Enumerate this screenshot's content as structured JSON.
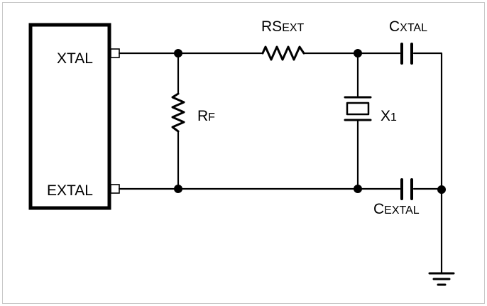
{
  "diagram": {
    "pins": {
      "xtal": "XTAL",
      "extal": "EXTAL"
    },
    "components": {
      "rf": {
        "main": "R",
        "sub": "F"
      },
      "rs": {
        "main": "RS",
        "sub": "EXT"
      },
      "x1": {
        "main": "X",
        "sub": "1"
      },
      "cxtal": {
        "main": "C",
        "sub": "XTAL"
      },
      "cextal": {
        "main": "C",
        "sub": "EXTAL"
      }
    },
    "colors": {
      "line": "#000000",
      "frame": "#c8c8c8",
      "background": "#ffffff"
    }
  }
}
